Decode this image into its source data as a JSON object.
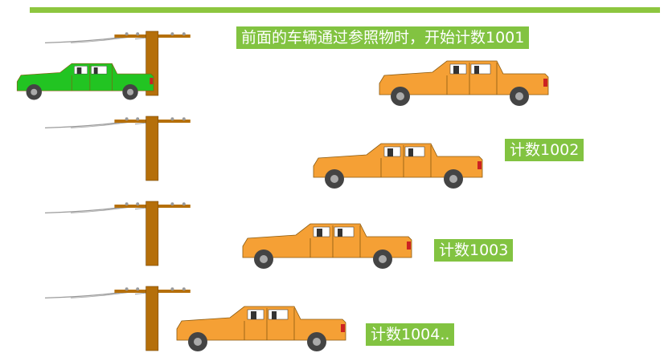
{
  "header": {
    "bar_color": "#8dc63f"
  },
  "labels": [
    {
      "text": "前面的车辆通过参照物时，开始计数1001"
    },
    {
      "text": "计数1002"
    },
    {
      "text": "计数1003"
    },
    {
      "text": "计数1004.."
    }
  ],
  "colors": {
    "label_bg": "#82c341",
    "pole": "#b56f0a",
    "pole_edge": "#7a4a05",
    "truck_front": "#22c422",
    "truck_orange": "#f5a035",
    "wire": "#999999"
  },
  "scene": {
    "rows": [
      {
        "pole": "utility-pole",
        "trucks": [
          "green-pickup-truck",
          "orange-pickup-truck"
        ]
      },
      {
        "pole": "utility-pole",
        "trucks": [
          "orange-pickup-truck"
        ]
      },
      {
        "pole": "utility-pole",
        "trucks": [
          "orange-pickup-truck"
        ]
      },
      {
        "pole": "utility-pole",
        "trucks": [
          "orange-pickup-truck"
        ]
      }
    ]
  }
}
